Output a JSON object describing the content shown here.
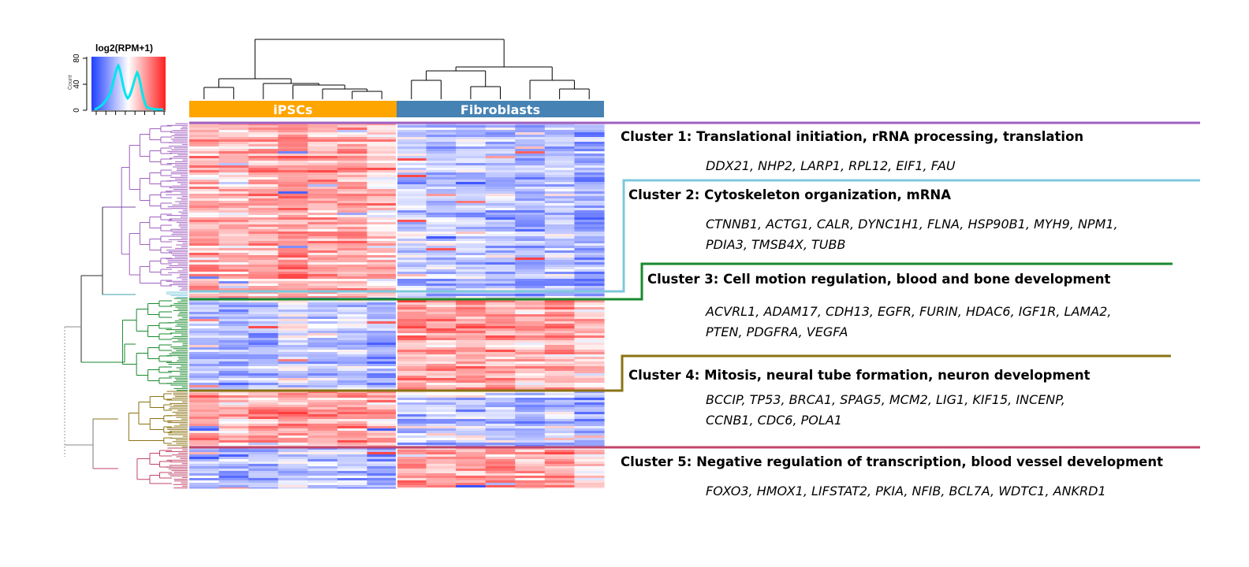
{
  "chart_data": {
    "type": "heatmap",
    "color_key": {
      "title": "log2(RPM+1)",
      "ylabel": "Count",
      "yticks": [
        "0",
        "40",
        "80"
      ],
      "colors": {
        "low": "#1f3fff",
        "mid": "#ffffff",
        "high": "#ff1f1f",
        "histogram": "#00e5ee"
      }
    },
    "groups": [
      {
        "name": "iPSCs",
        "color": "#FFA500",
        "columns": 7
      },
      {
        "name": "Fibroblasts",
        "color": "#4682B4",
        "columns": 7
      }
    ],
    "clusters": [
      {
        "id": 1,
        "color": "#A060C0",
        "title": "Cluster 1: Translational initiation, rRNA processing, translation",
        "genes": [
          "DDX21, NHP2, LARP1, RPL12, EIF1, FAU"
        ],
        "pattern": "high in iPSCs, low in Fibroblasts"
      },
      {
        "id": 2,
        "color": "#7EC8DC",
        "title": "Cluster 2: Cytoskeleton organization, mRNA",
        "genes": [
          "CTNNB1, ACTG1, CALR, DYNC1H1, FLNA, HSP90B1, MYH9, NPM1,",
          "PDIA3, TMSB4X, TUBB"
        ],
        "pattern": "high in iPSCs, low in Fibroblasts"
      },
      {
        "id": 3,
        "color": "#1A8A2E",
        "title": "Cluster 3: Cell motion regulation, blood and bone development",
        "genes": [
          "ACVRL1, ADAM17, CDH13, EGFR, FURIN, HDAC6, IGF1R, LAMA2,",
          "PTEN, PDGFRA, VEGFA"
        ],
        "pattern": "low in iPSCs, high in Fibroblasts"
      },
      {
        "id": 4,
        "color": "#8B7314",
        "title": "Cluster 4: Mitosis, neural tube formation, neuron development",
        "genes": [
          "BCCIP, TP53, BRCA1, SPAG5, MCM2, LIG1, KIF15, INCENP,",
          "CCNB1, CDC6, POLA1"
        ],
        "pattern": "high in iPSCs, low in Fibroblasts"
      },
      {
        "id": 5,
        "color": "#C0456A",
        "title": "Cluster 5: Negative regulation of transcription, blood vessel development",
        "genes": [
          "FOXO3, HMOX1, LIFSTAT2, PKIA, NFIB, BCL7A, WDTC1, ANKRD1"
        ],
        "pattern": "low in iPSCs, high in Fibroblasts"
      }
    ]
  }
}
